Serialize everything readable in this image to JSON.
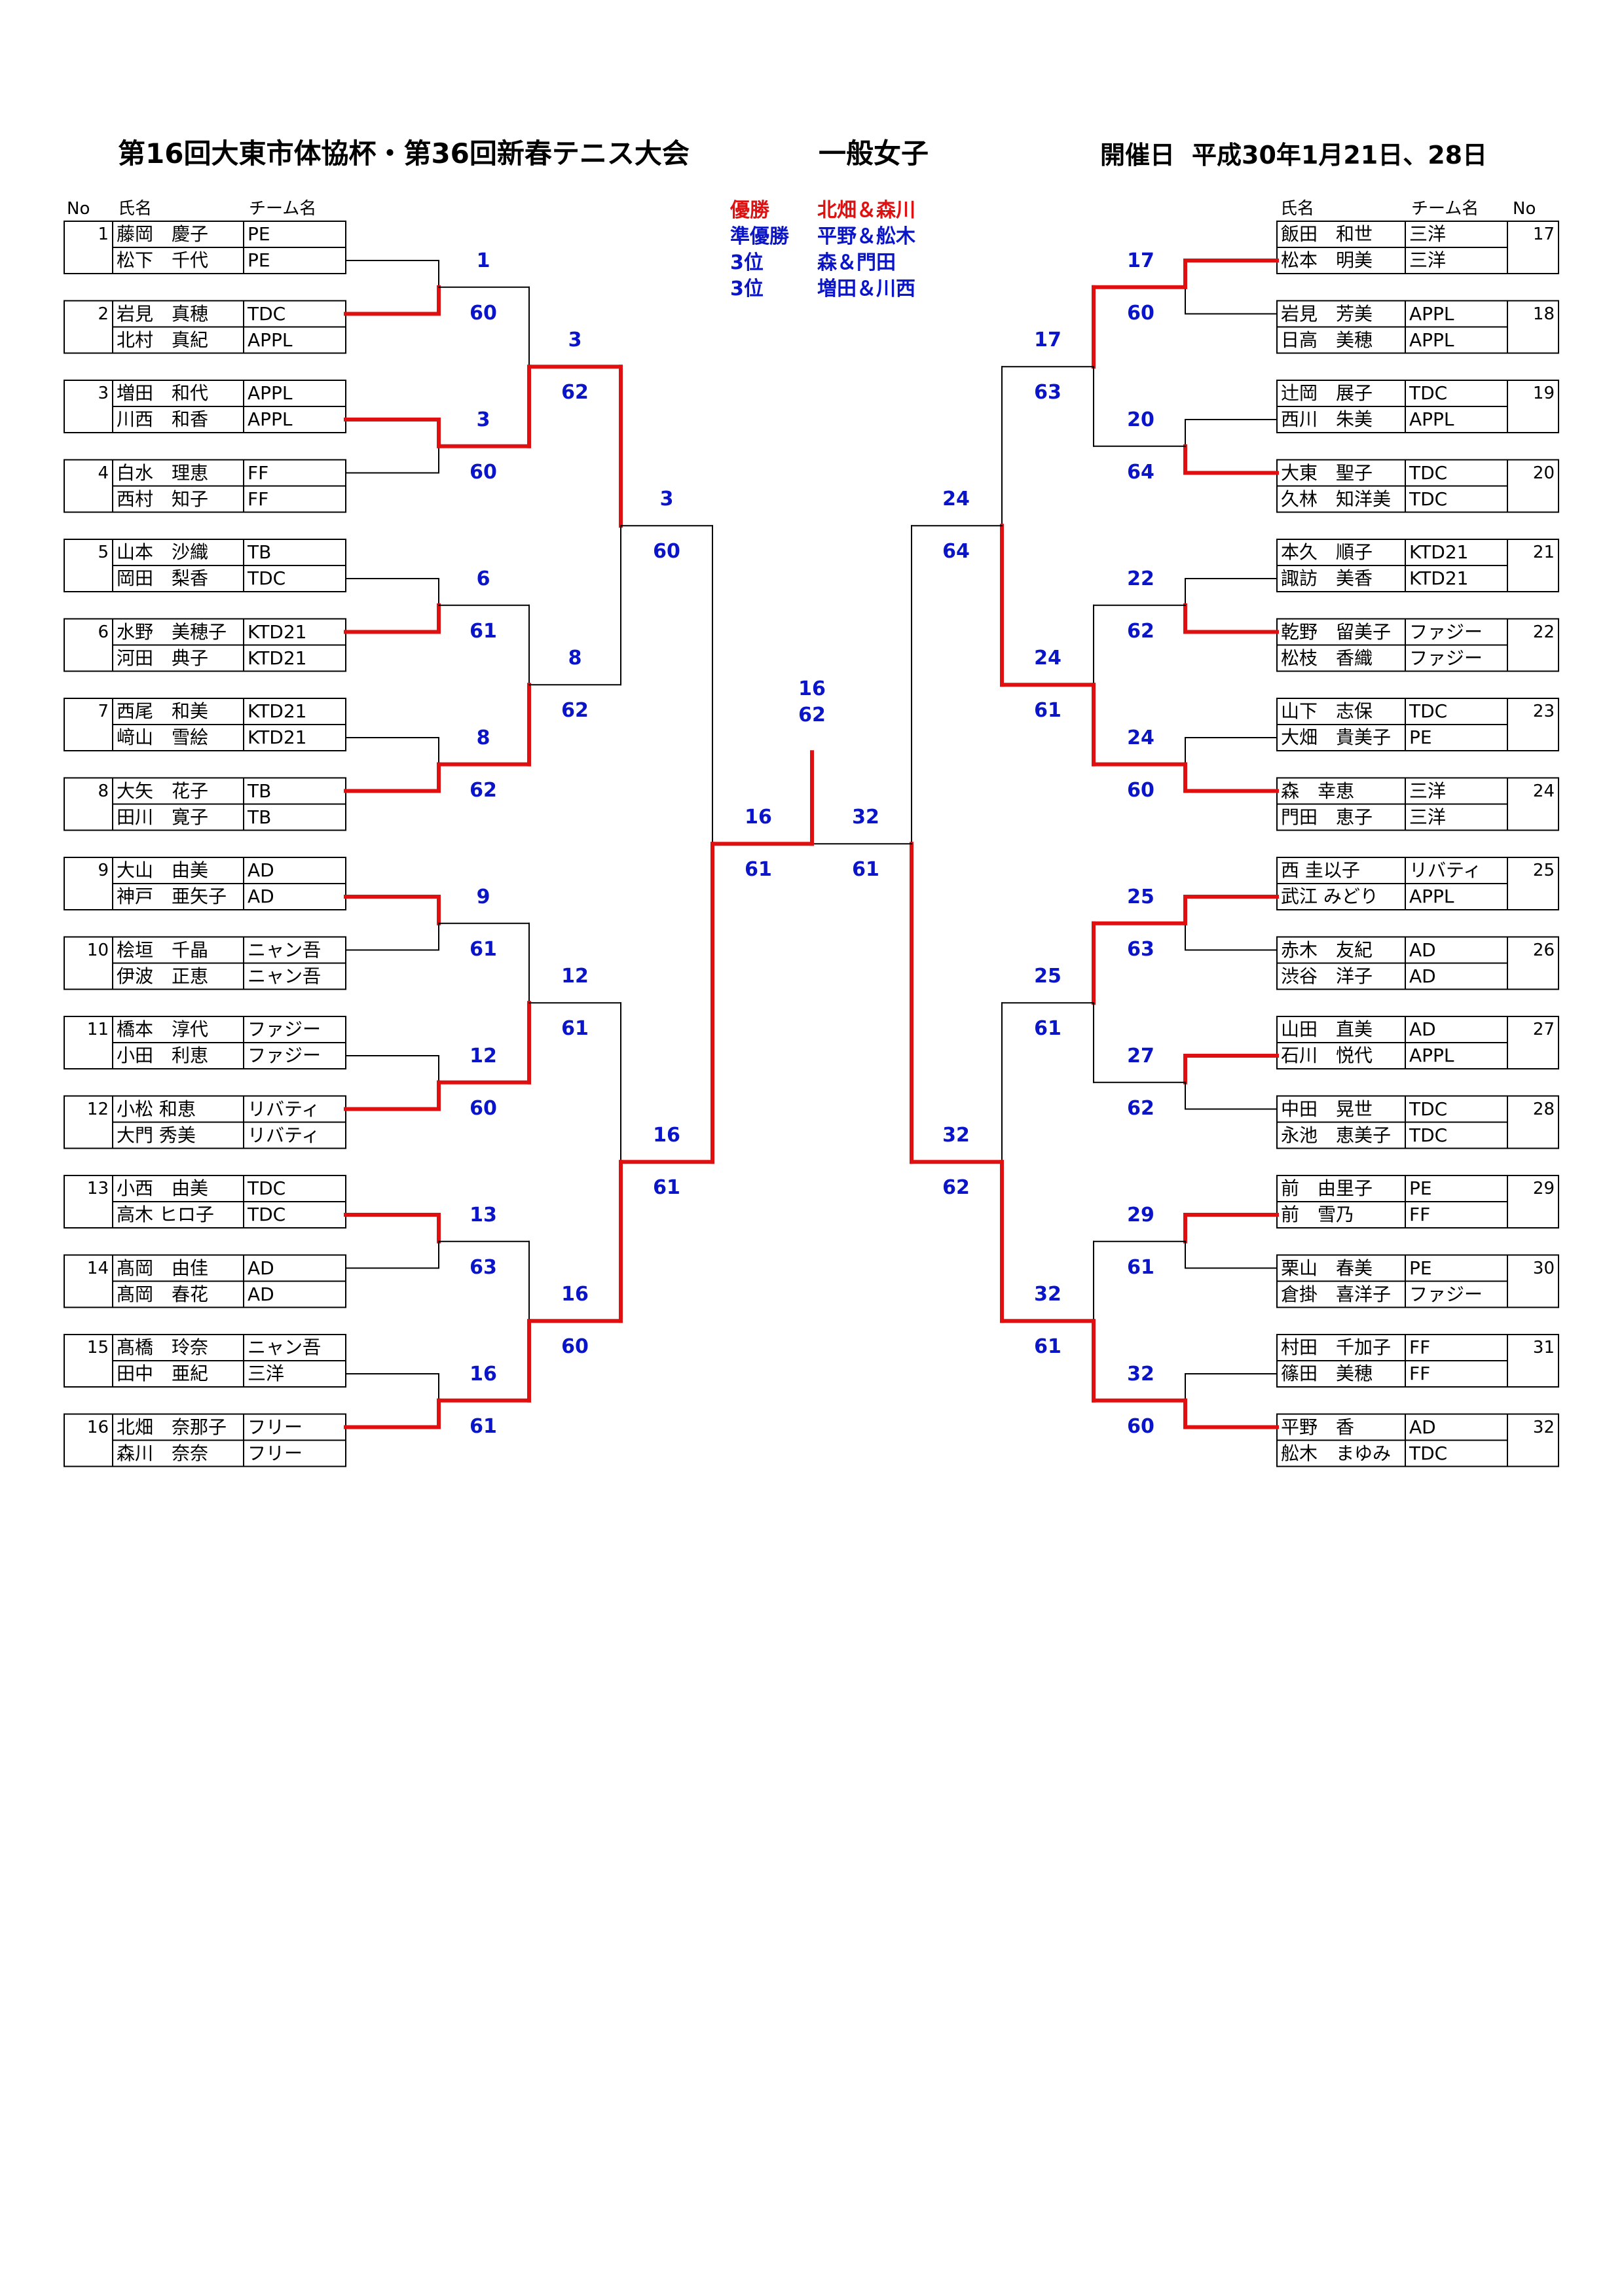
{
  "title": "第16回大東市体協杯・第36回新春テニス大会",
  "category": "一般女子",
  "date_label": "開催日",
  "date_value": "平成30年1月21日、28日",
  "headers": {
    "no": "No",
    "name": "氏名",
    "team": "チーム名"
  },
  "results": [
    {
      "label": "優勝",
      "value": "北畑＆森川",
      "color": "#e01010"
    },
    {
      "label": "準優勝",
      "value": "平野＆舩木",
      "color": "#0a14c8"
    },
    {
      "label": "3位",
      "value": "森＆門田",
      "color": "#0a14c8"
    },
    {
      "label": "3位",
      "value": "増田＆川西",
      "color": "#0a14c8"
    }
  ],
  "pairs": [
    {
      "no": "1",
      "p1": {
        "name": "藤岡　慶子",
        "team": "PE"
      },
      "p2": {
        "name": "松下　千代",
        "team": "PE"
      }
    },
    {
      "no": "2",
      "p1": {
        "name": "岩見　真穂",
        "team": "TDC"
      },
      "p2": {
        "name": "北村　真紀",
        "team": "APPL"
      }
    },
    {
      "no": "3",
      "p1": {
        "name": "増田　和代",
        "team": "APPL"
      },
      "p2": {
        "name": "川西　和香",
        "team": "APPL"
      }
    },
    {
      "no": "4",
      "p1": {
        "name": "白水　理恵",
        "team": "FF"
      },
      "p2": {
        "name": "西村　知子",
        "team": "FF"
      }
    },
    {
      "no": "5",
      "p1": {
        "name": "山本　沙織",
        "team": "TB"
      },
      "p2": {
        "name": "岡田　梨香",
        "team": "TDC"
      }
    },
    {
      "no": "6",
      "p1": {
        "name": "水野　美穂子",
        "team": "KTD21"
      },
      "p2": {
        "name": "河田　典子",
        "team": "KTD21"
      }
    },
    {
      "no": "7",
      "p1": {
        "name": "西尾　和美",
        "team": "KTD21"
      },
      "p2": {
        "name": "﨑山　雪絵",
        "team": "KTD21"
      }
    },
    {
      "no": "8",
      "p1": {
        "name": "大矢　花子",
        "team": "TB"
      },
      "p2": {
        "name": "田川　寛子",
        "team": "TB"
      }
    },
    {
      "no": "9",
      "p1": {
        "name": "大山　由美",
        "team": "AD"
      },
      "p2": {
        "name": "神戸　亜矢子",
        "team": "AD"
      }
    },
    {
      "no": "10",
      "p1": {
        "name": "桧垣　千晶",
        "team": "ニャン吾"
      },
      "p2": {
        "name": "伊波　正恵",
        "team": "ニャン吾"
      }
    },
    {
      "no": "11",
      "p1": {
        "name": "橋本　淳代",
        "team": "ファジー"
      },
      "p2": {
        "name": "小田　利恵",
        "team": "ファジー"
      }
    },
    {
      "no": "12",
      "p1": {
        "name": "小松 和恵",
        "team": "リバティ"
      },
      "p2": {
        "name": "大門 秀美",
        "team": "リバティ"
      }
    },
    {
      "no": "13",
      "p1": {
        "name": "小西　由美",
        "team": "TDC"
      },
      "p2": {
        "name": "高木 ヒロ子",
        "team": "TDC"
      }
    },
    {
      "no": "14",
      "p1": {
        "name": "髙岡　由佳",
        "team": "AD"
      },
      "p2": {
        "name": "髙岡　春花",
        "team": "AD"
      }
    },
    {
      "no": "15",
      "p1": {
        "name": "髙橋　玲奈",
        "team": "ニャン吾"
      },
      "p2": {
        "name": "田中　亜紀",
        "team": "三洋"
      }
    },
    {
      "no": "16",
      "p1": {
        "name": "北畑　奈那子",
        "team": "フリー"
      },
      "p2": {
        "name": "森川　奈奈",
        "team": "フリー"
      }
    },
    {
      "no": "17",
      "p1": {
        "name": "飯田　和世",
        "team": "三洋"
      },
      "p2": {
        "name": "松本　明美",
        "team": "三洋"
      }
    },
    {
      "no": "18",
      "p1": {
        "name": "岩見　芳美",
        "team": "APPL"
      },
      "p2": {
        "name": "日高　美穂",
        "team": "APPL"
      }
    },
    {
      "no": "19",
      "p1": {
        "name": "辻岡　展子",
        "team": "TDC"
      },
      "p2": {
        "name": "西川　朱美",
        "team": "APPL"
      }
    },
    {
      "no": "20",
      "p1": {
        "name": "大東　聖子",
        "team": "TDC"
      },
      "p2": {
        "name": "久林　知洋美",
        "team": "TDC"
      }
    },
    {
      "no": "21",
      "p1": {
        "name": "本久　順子",
        "team": "KTD21"
      },
      "p2": {
        "name": "諏訪　美香",
        "team": "KTD21"
      }
    },
    {
      "no": "22",
      "p1": {
        "name": "乾野　留美子",
        "team": "ファジー"
      },
      "p2": {
        "name": "松枝　香織",
        "team": "ファジー"
      }
    },
    {
      "no": "23",
      "p1": {
        "name": "山下　志保",
        "team": "TDC"
      },
      "p2": {
        "name": "大畑　貴美子",
        "team": "PE"
      }
    },
    {
      "no": "24",
      "p1": {
        "name": "森　幸恵",
        "team": "三洋"
      },
      "p2": {
        "name": "門田　恵子",
        "team": "三洋"
      }
    },
    {
      "no": "25",
      "p1": {
        "name": "西 圭以子",
        "team": "リバティ"
      },
      "p2": {
        "name": "武江 みどり",
        "team": "APPL"
      }
    },
    {
      "no": "26",
      "p1": {
        "name": "赤木　友紀",
        "team": "AD"
      },
      "p2": {
        "name": "渋谷　洋子",
        "team": "AD"
      }
    },
    {
      "no": "27",
      "p1": {
        "name": "山田　直美",
        "team": "AD"
      },
      "p2": {
        "name": "石川　悦代",
        "team": "APPL"
      }
    },
    {
      "no": "28",
      "p1": {
        "name": "中田　晃世",
        "team": "TDC"
      },
      "p2": {
        "name": "永池　恵美子",
        "team": "TDC"
      }
    },
    {
      "no": "29",
      "p1": {
        "name": "前　由里子",
        "team": "PE"
      },
      "p2": {
        "name": "前　雪乃",
        "team": "FF"
      }
    },
    {
      "no": "30",
      "p1": {
        "name": "栗山　春美",
        "team": "PE"
      },
      "p2": {
        "name": "倉掛　喜洋子",
        "team": "ファジー"
      }
    },
    {
      "no": "31",
      "p1": {
        "name": "村田　千加子",
        "team": "FF"
      },
      "p2": {
        "name": "篠田　美穂",
        "team": "FF"
      }
    },
    {
      "no": "32",
      "p1": {
        "name": "平野　香",
        "team": "AD"
      },
      "p2": {
        "name": "舩木　まゆみ",
        "team": "TDC"
      }
    }
  ],
  "bracket": {
    "left": {
      "r1": [
        {
          "winner": "1",
          "score": "60",
          "top_wins": false
        },
        {
          "winner": "3",
          "score": "60",
          "top_wins": true
        },
        {
          "winner": "6",
          "score": "61",
          "top_wins": false
        },
        {
          "winner": "8",
          "score": "62",
          "top_wins": false
        },
        {
          "winner": "9",
          "score": "61",
          "top_wins": true
        },
        {
          "winner": "12",
          "score": "60",
          "top_wins": false
        },
        {
          "winner": "13",
          "score": "63",
          "top_wins": true
        },
        {
          "winner": "16",
          "score": "61",
          "top_wins": false
        }
      ],
      "r2": [
        {
          "winner": "3",
          "score": "62",
          "top_wins": false
        },
        {
          "winner": "8",
          "score": "62",
          "top_wins": false
        },
        {
          "winner": "12",
          "score": "61",
          "top_wins": false
        },
        {
          "winner": "16",
          "score": "60",
          "top_wins": false
        }
      ],
      "r3": [
        {
          "winner": "3",
          "score": "60",
          "top_wins": true
        },
        {
          "winner": "16",
          "score": "61",
          "top_wins": false
        }
      ],
      "r4": [
        {
          "winner": "16",
          "score": "61",
          "top_wins": false
        }
      ]
    },
    "right": {
      "r1": [
        {
          "winner": "17",
          "score": "60",
          "top_wins": true
        },
        {
          "winner": "20",
          "score": "64",
          "top_wins": false
        },
        {
          "winner": "22",
          "score": "62",
          "top_wins": false
        },
        {
          "winner": "24",
          "score": "60",
          "top_wins": false
        },
        {
          "winner": "25",
          "score": "63",
          "top_wins": true
        },
        {
          "winner": "27",
          "score": "62",
          "top_wins": true
        },
        {
          "winner": "29",
          "score": "61",
          "top_wins": true
        },
        {
          "winner": "32",
          "score": "60",
          "top_wins": false
        }
      ],
      "r2": [
        {
          "winner": "17",
          "score": "63",
          "top_wins": true
        },
        {
          "winner": "24",
          "score": "61",
          "top_wins": false
        },
        {
          "winner": "25",
          "score": "61",
          "top_wins": true
        },
        {
          "winner": "32",
          "score": "61",
          "top_wins": false
        }
      ],
      "r3": [
        {
          "winner": "24",
          "score": "64",
          "top_wins": false
        },
        {
          "winner": "32",
          "score": "62",
          "top_wins": false
        }
      ],
      "r4": [
        {
          "winner": "32",
          "score": "61",
          "top_wins": false
        }
      ]
    },
    "final": {
      "winner": "16",
      "score": "62",
      "left_wins": true
    }
  },
  "colors": {
    "win_line": "#e01010",
    "line": "#000000",
    "score": "#0a14c8"
  }
}
